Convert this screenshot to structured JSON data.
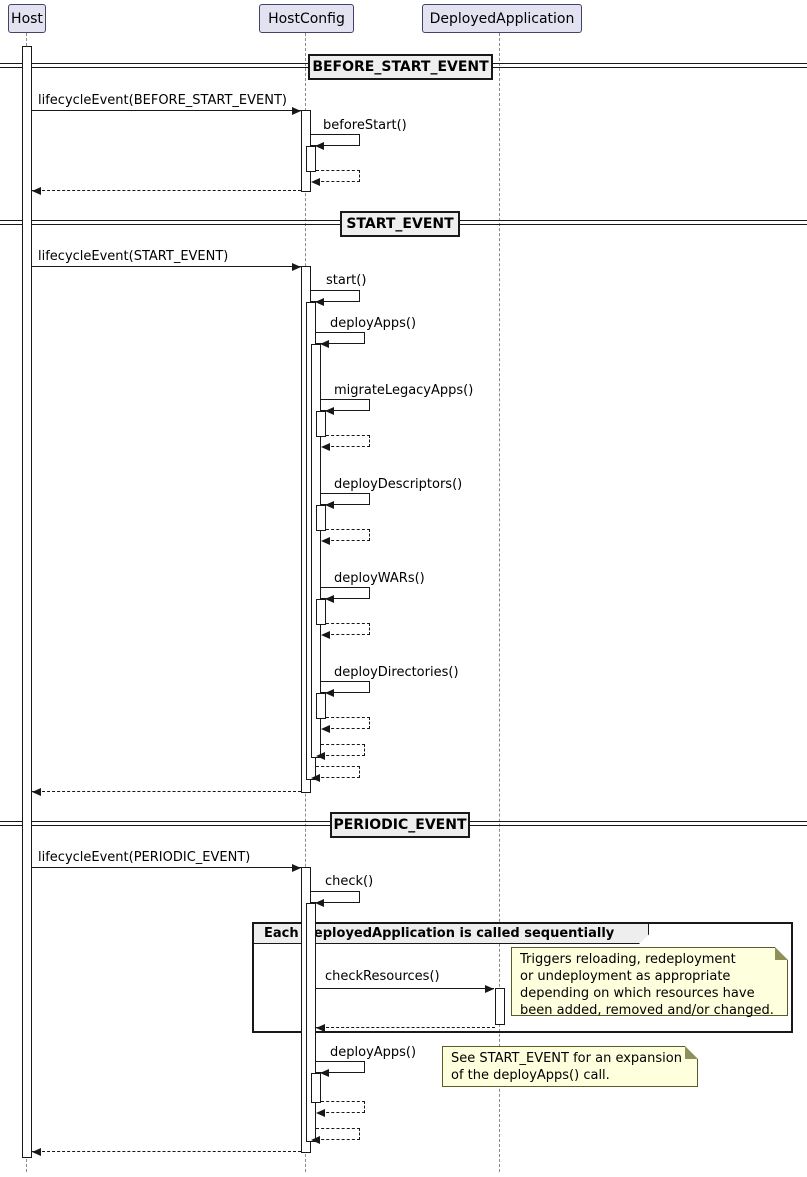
{
  "diagram_type": "uml-sequence",
  "participants": [
    {
      "name": "Host"
    },
    {
      "name": "HostConfig"
    },
    {
      "name": "DeployedApplication"
    }
  ],
  "dividers": [
    {
      "label": "BEFORE_START_EVENT"
    },
    {
      "label": "START_EVENT"
    },
    {
      "label": "PERIODIC_EVENT"
    }
  ],
  "sections": {
    "before_start": {
      "lifecycle_event": "lifecycleEvent(BEFORE_START_EVENT)",
      "before_start_call": "beforeStart()"
    },
    "start": {
      "lifecycle_event": "lifecycleEvent(START_EVENT)",
      "start_call": "start()",
      "deploy_apps_call": "deployApps()",
      "migrate_legacy_apps_call": "migrateLegacyApps()",
      "deploy_descriptors_call": "deployDescriptors()",
      "deploy_wars_call": "deployWARs()",
      "deploy_directories_call": "deployDirectories()"
    },
    "periodic": {
      "lifecycle_event": "lifecycleEvent(PERIODIC_EVENT)",
      "check_call": "check()",
      "check_resources_call": "checkResources()",
      "deploy_apps_call": "deployApps()"
    }
  },
  "group": {
    "label": "Each DeployedApplication is called sequentially"
  },
  "notes": {
    "check_resources": "Triggers reloading, redeployment\nor undeployment as appropriate\ndepending on which resources have\nbeen added, removed and/or changed.",
    "deploy_apps": "See START_EVENT for an expansion\nof the deployApps() call."
  },
  "colors": {
    "participant_fill": "#E2E2F0",
    "participant_border": "#43436A",
    "divider_fill": "#EEEEEE",
    "frame_fill": "#EEEEEE",
    "note_fill": "#FEFFDD",
    "line": "#181818"
  }
}
